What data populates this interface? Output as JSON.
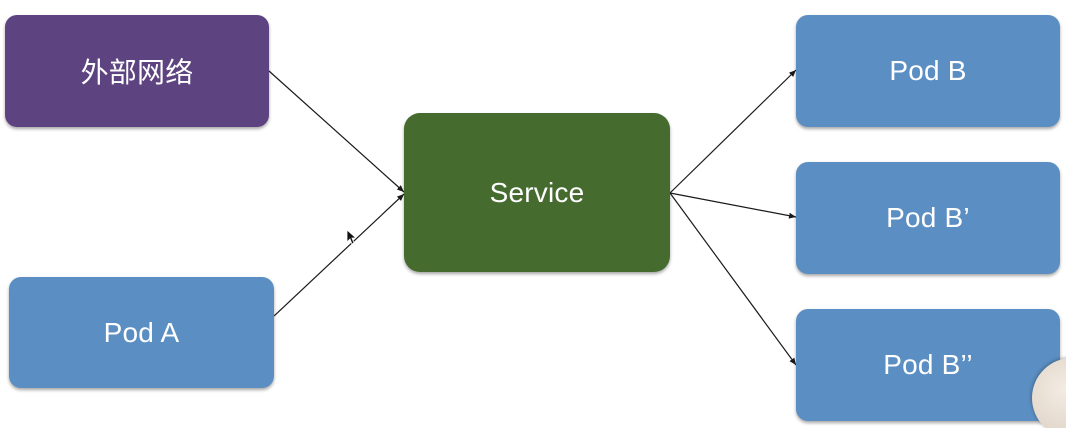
{
  "nodes": {
    "external_network": "外部网络",
    "service": "Service",
    "pod_a": "Pod A",
    "pod_b": "Pod B",
    "pod_b_prime": "Pod B’",
    "pod_b_double_prime": "Pod B’’"
  },
  "colors": {
    "external_network": "#5d4480",
    "service": "#456b2f",
    "pod": "#5b8ec2",
    "connector": "#1a1a1a"
  },
  "icons": {
    "cursor": "mouse-pointer-icon",
    "avatar": "presenter-avatar"
  }
}
